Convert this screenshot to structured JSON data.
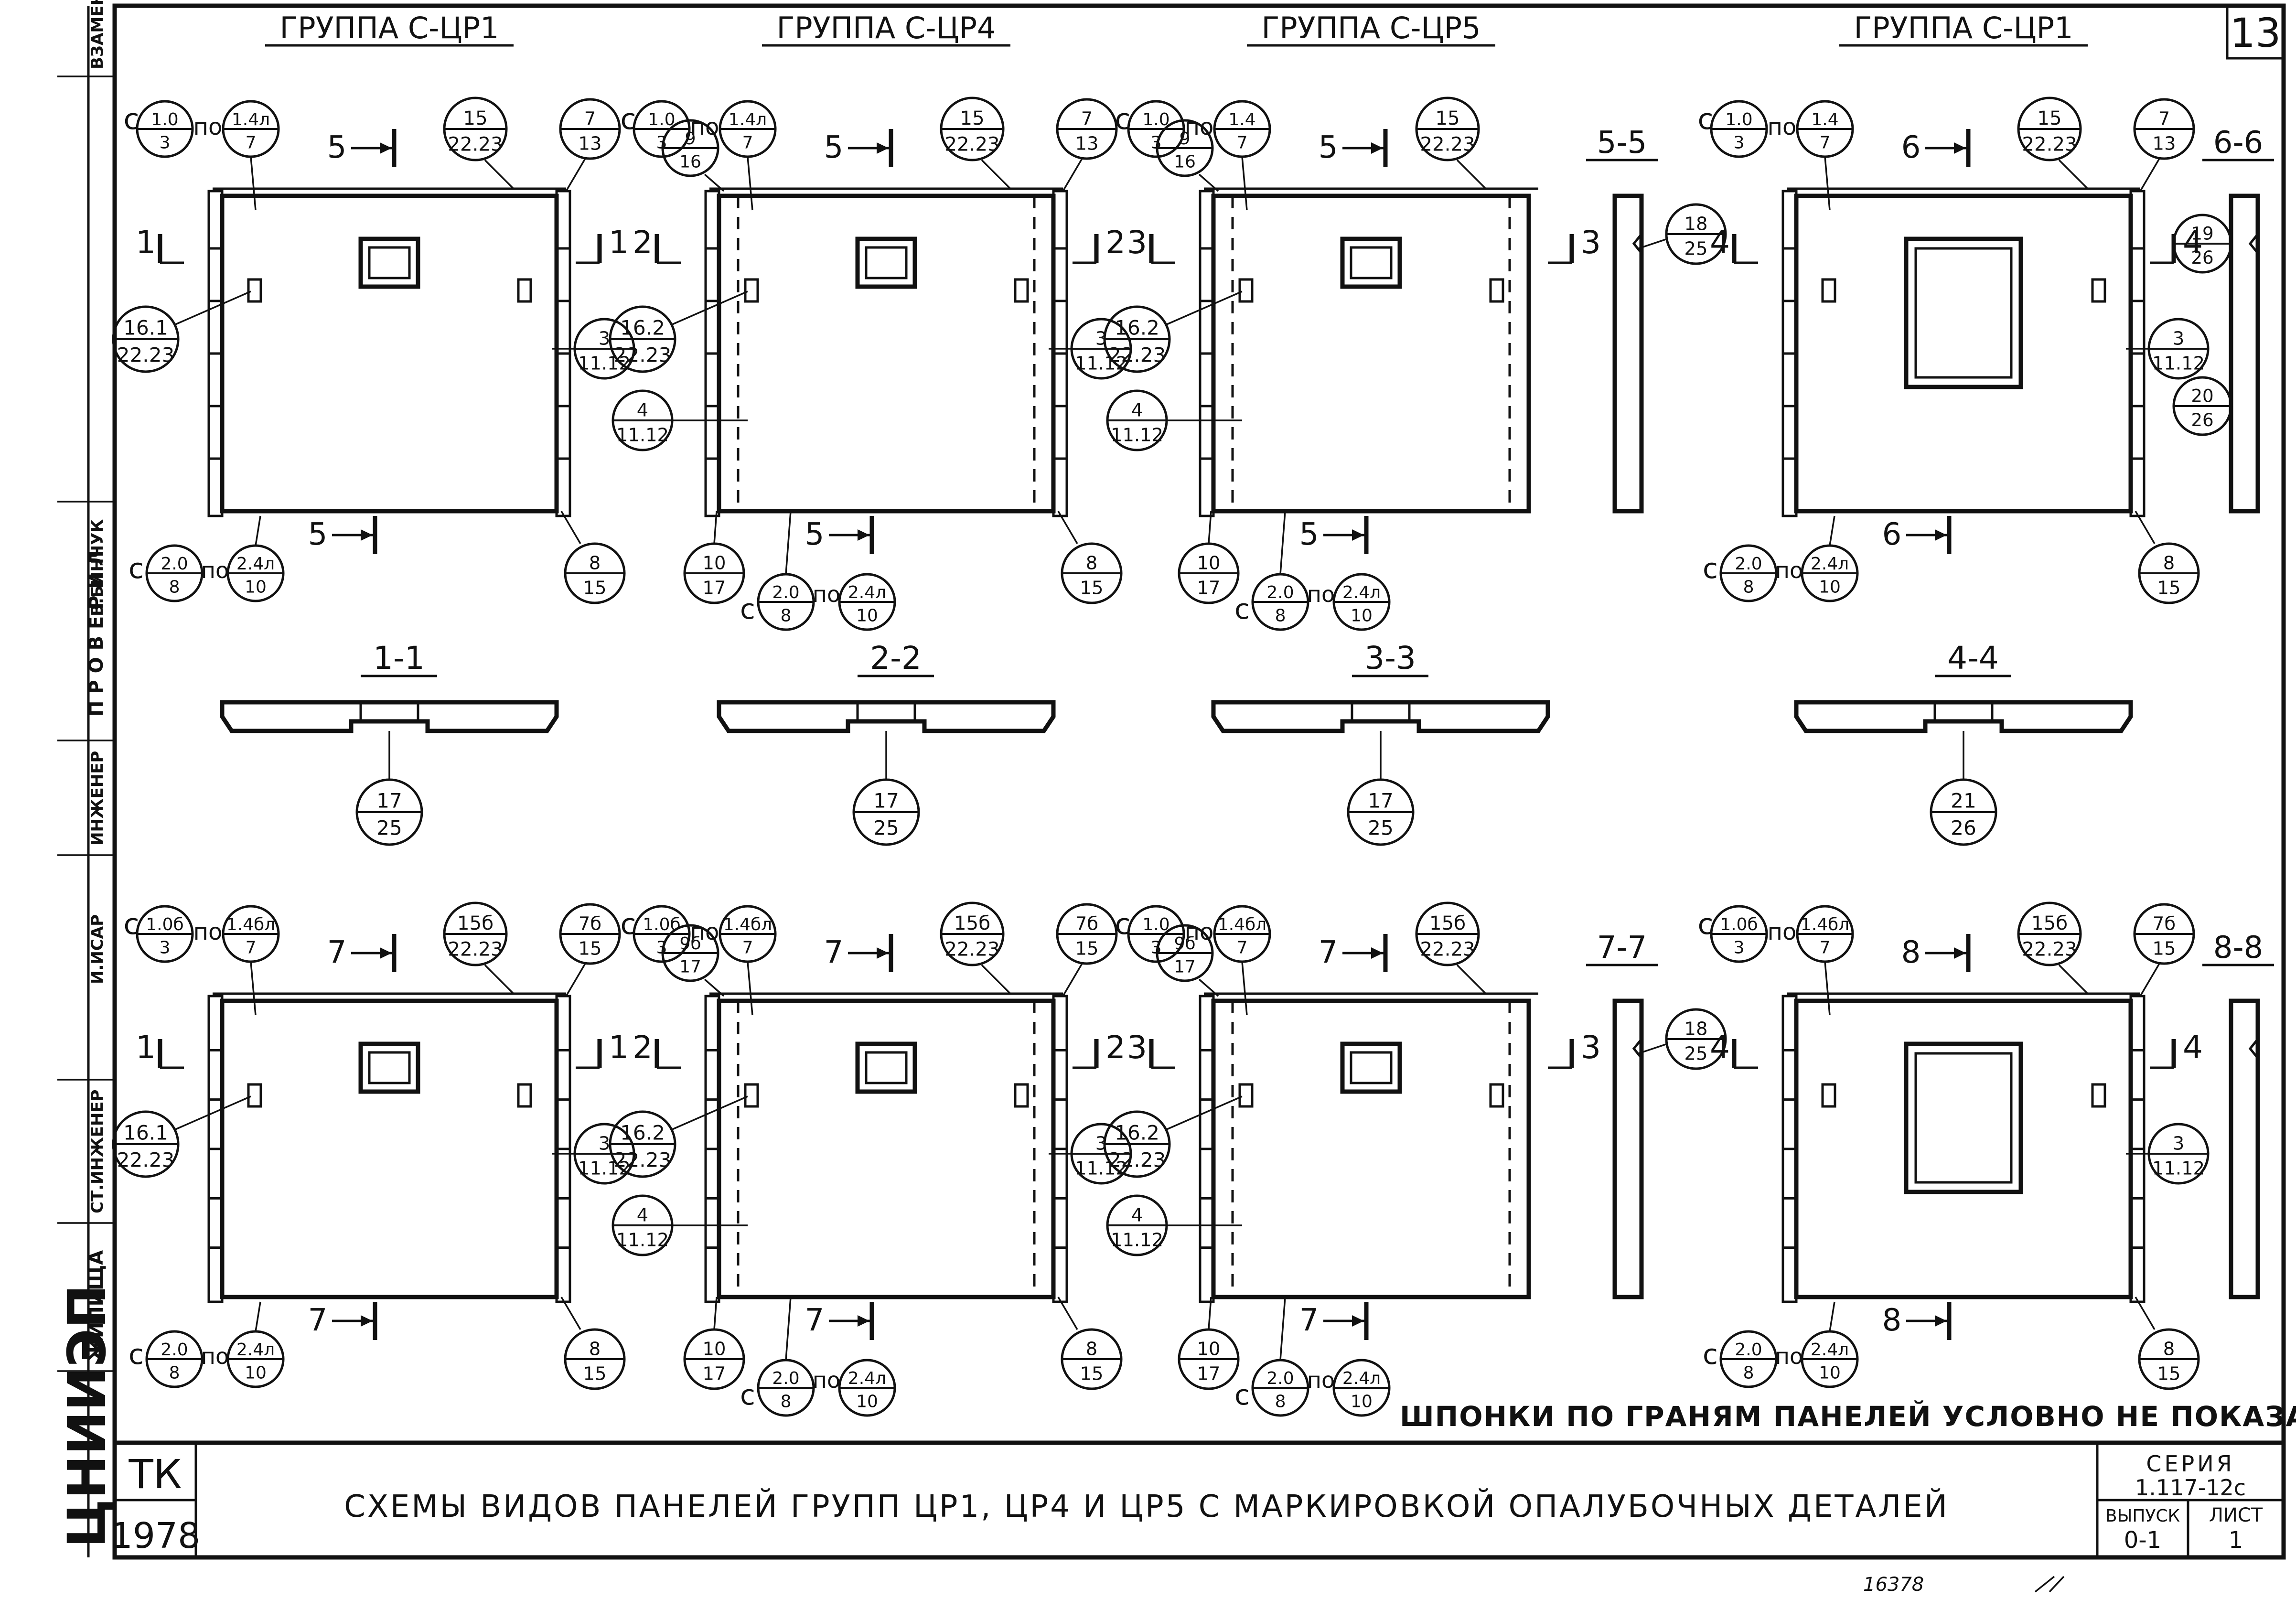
{
  "sheet_number": "13",
  "side_labels": {
    "vzamen": "ВЗАМЕН",
    "provered": "П Р О В Е Р И Л",
    "engineer": "ИНЖЕНЕР",
    "engineer_name": "В.БИНЧУК",
    "isar": "И.ИСАР",
    "senior_engineer": "СТ.ИНЖЕНЕР",
    "zhiltsov": "ЖИЛИЩА",
    "institute": "ЦНИИЭП"
  },
  "panels": [
    {
      "id": "p1",
      "title": "ГРУППА С-ЦР1",
      "cut_label": "1",
      "cut_sym": "1",
      "section_cut": "5",
      "from_text": "с",
      "po_text": "по",
      "tl_a": "1.0",
      "tl_b": "3",
      "tl2_a": "1.4л",
      "tl2_b": "7",
      "top_a": "15",
      "top_b": "22.23",
      "tr_a": "7",
      "tr_b": "13",
      "left_a": "16.1",
      "left_b": "22.23",
      "right_a": "3",
      "right_b": "11.12",
      "bl_a": "2.0",
      "bl_b": "8",
      "bl2_a": "2.4л",
      "bl2_b": "10",
      "br_a": "8",
      "br_b": "15"
    },
    {
      "id": "p2",
      "title": "ГРУППА С-ЦР4",
      "cut_label": "2",
      "cut_sym": "2",
      "section_cut": "5",
      "from_text": "с",
      "po_text": "по",
      "tl_a": "1.0",
      "tl_b": "3",
      "tl2_a": "1.4л",
      "tl2_b": "7",
      "top_a": "15",
      "top_b": "22.23",
      "tr_a": "7",
      "tr_b": "13",
      "left_a": "16.2",
      "left_b": "22.23",
      "right_a": "3",
      "right_b": "11.12",
      "extra_left_a": "9",
      "extra_left_b": "16",
      "mid_left_a": "4",
      "mid_left_b": "11.12",
      "bl_a": "2.0",
      "bl_b": "8",
      "bl2_a": "2.4л",
      "bl2_b": "10",
      "br_a": "8",
      "br_b": "15",
      "bll_a": "10",
      "bll_b": "17"
    },
    {
      "id": "p3",
      "title": "ГРУППА С-ЦР5",
      "cut_label": "3",
      "cut_sym": "3",
      "section_cut": "5",
      "from_text": "с",
      "po_text": "по",
      "tl_a": "1.0",
      "tl_b": "3",
      "tl2_a": "1.4",
      "tl2_b": "7",
      "top_a": "15",
      "top_b": "22.23",
      "left_a": "16.2",
      "left_b": "22.23",
      "extra_left_a": "9",
      "extra_left_b": "16",
      "mid_left_a": "4",
      "mid_left_b": "11.12",
      "bl_a": "2.0",
      "bl_b": "8",
      "bl2_a": "2.4л",
      "bl2_b": "10",
      "bll_a": "10",
      "bll_b": "17"
    },
    {
      "id": "p4",
      "title": "ГРУППА С-ЦР1",
      "cut_label": "4",
      "cut_sym": "4",
      "section_cut": "6",
      "from_text": "с",
      "po_text": "по",
      "tl_a": "1.0",
      "tl_b": "3",
      "tl2_a": "1.4",
      "tl2_b": "7",
      "top_a": "15",
      "top_b": "22.23",
      "tr_a": "7",
      "tr_b": "13",
      "right_a": "3",
      "right_b": "11.12",
      "bl_a": "2.0",
      "bl_b": "8",
      "bl2_a": "2.4л",
      "bl2_b": "10",
      "br_a": "8",
      "br_b": "15"
    },
    {
      "id": "p5",
      "cut_label": "1",
      "cut_sym": "1",
      "section_cut": "7",
      "from_text": "с",
      "po_text": "по",
      "tl_a": "1.0б",
      "tl_b": "3",
      "tl2_a": "1.4бл",
      "tl2_b": "7",
      "top_a": "15б",
      "top_b": "22.23",
      "tr_a": "7б",
      "tr_b": "15",
      "left_a": "16.1",
      "left_b": "22.23",
      "right_a": "3",
      "right_b": "11.12",
      "bl_a": "2.0",
      "bl_b": "8",
      "bl2_a": "2.4л",
      "bl2_b": "10",
      "br_a": "8",
      "br_b": "15"
    },
    {
      "id": "p6",
      "cut_label": "2",
      "cut_sym": "2",
      "section_cut": "7",
      "from_text": "с",
      "po_text": "по",
      "tl_a": "1.0б",
      "tl_b": "3",
      "tl2_a": "1.4бл",
      "tl2_b": "7",
      "top_a": "15б",
      "top_b": "22.23",
      "tr_a": "7б",
      "tr_b": "15",
      "left_a": "16.2",
      "left_b": "22.23",
      "right_a": "3",
      "right_b": "11.12",
      "extra_left_a": "9б",
      "extra_left_b": "17",
      "mid_left_a": "4",
      "mid_left_b": "11.12",
      "bl_a": "2.0",
      "bl_b": "8",
      "bl2_a": "2.4л",
      "bl2_b": "10",
      "br_a": "8",
      "br_b": "15",
      "bll_a": "10",
      "bll_b": "17"
    },
    {
      "id": "p7",
      "cut_label": "3",
      "cut_sym": "3",
      "section_cut": "7",
      "from_text": "с",
      "po_text": "по",
      "tl_a": "1.0",
      "tl_b": "3",
      "tl2_a": "1.4бл",
      "tl2_b": "7",
      "top_a": "15б",
      "top_b": "22.23",
      "left_a": "16.2",
      "left_b": "22.23",
      "extra_left_a": "9б",
      "extra_left_b": "17",
      "mid_left_a": "4",
      "mid_left_b": "11.12",
      "bl_a": "2.0",
      "bl_b": "8",
      "bl2_a": "2.4л",
      "bl2_b": "10",
      "bll_a": "10",
      "bll_b": "17"
    },
    {
      "id": "p8",
      "cut_label": "4",
      "cut_sym": "4",
      "section_cut": "8",
      "from_text": "с",
      "po_text": "по",
      "tl_a": "1.0б",
      "tl_b": "3",
      "tl2_a": "1.4бл",
      "tl2_b": "7",
      "top_a": "15б",
      "top_b": "22.23",
      "tr_a": "7б",
      "tr_b": "15",
      "right_a": "3",
      "right_b": "11.12",
      "bl_a": "2.0",
      "bl_b": "8",
      "bl2_a": "2.4л",
      "bl2_b": "10",
      "br_a": "8",
      "br_b": "15"
    }
  ],
  "sections": [
    {
      "label": "1-1",
      "a": "17",
      "b": "25"
    },
    {
      "label": "2-2",
      "a": "17",
      "b": "25"
    },
    {
      "label": "3-3",
      "a": "17",
      "b": "25"
    },
    {
      "label": "4-4",
      "a": "21",
      "b": "26"
    }
  ],
  "side_sections": [
    {
      "label": "5-5",
      "a": "18",
      "b": "25"
    },
    {
      "label": "6-6",
      "a1": "19",
      "b1": "26",
      "a2": "20",
      "b2": "26"
    },
    {
      "label": "7-7",
      "a": "18",
      "b": "25"
    },
    {
      "label": "8-8"
    }
  ],
  "note": "ШПОНКИ ПО ГРАНЯМ ПАНЕЛЕЙ УСЛОВНО НЕ ПОКАЗАНЫ",
  "title_block": {
    "tk": "ТК",
    "year": "1978",
    "title": "СХЕМЫ ВИДОВ ПАНЕЛЕЙ ГРУПП ЦР1, ЦР4 И ЦР5 С МАРКИРОВКОЙ ОПАЛУБОЧНЫХ ДЕТАЛЕЙ",
    "seria_label": "СЕРИЯ",
    "seria_value": "1.117-12с",
    "vypusk_label": "ВЫПУСК",
    "vypusk_value": "0-1",
    "list_label": "ЛИСТ",
    "list_value": "1"
  },
  "footer_scribble": "16378"
}
